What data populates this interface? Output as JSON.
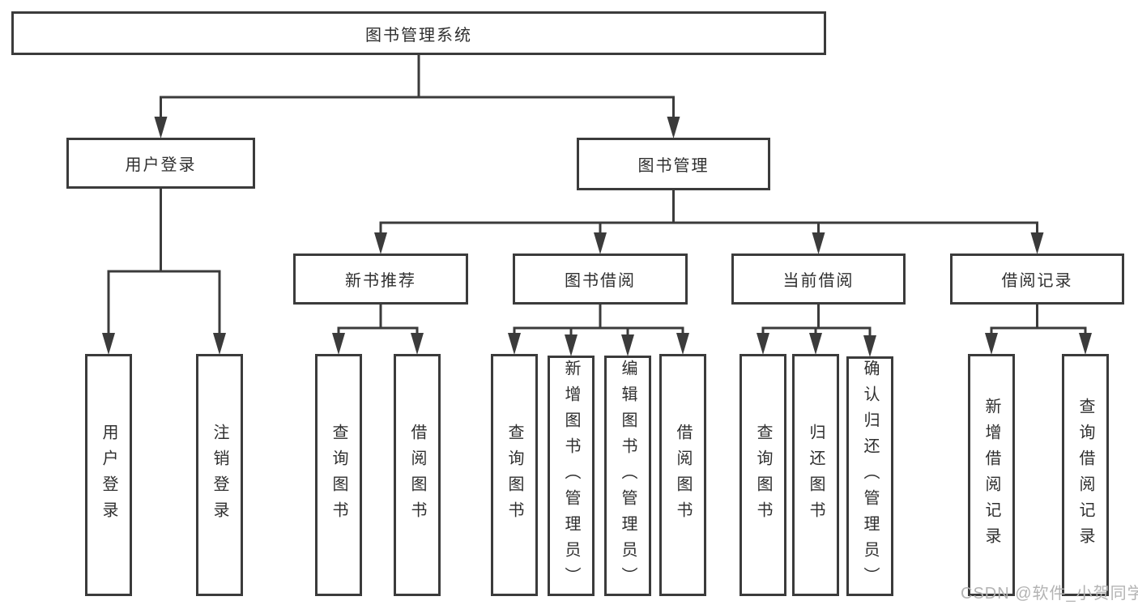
{
  "tree": {
    "id": "root",
    "label": "图书管理系统",
    "children": [
      {
        "id": "login",
        "label": "用户登录",
        "children": [
          {
            "id": "login-user",
            "label": "用户登录"
          },
          {
            "id": "login-logout",
            "label": "注销登录"
          }
        ]
      },
      {
        "id": "mgmt",
        "label": "图书管理",
        "children": [
          {
            "id": "rec",
            "label": "新书推荐",
            "children": [
              {
                "id": "rec-query",
                "label": "查询图书"
              },
              {
                "id": "rec-borrow",
                "label": "借阅图书"
              }
            ]
          },
          {
            "id": "borrow",
            "label": "图书借阅",
            "children": [
              {
                "id": "borrow-query",
                "label": "查询图书"
              },
              {
                "id": "borrow-add",
                "label": "新增图书（管理员）"
              },
              {
                "id": "borrow-edit",
                "label": "编辑图书（管理员）"
              },
              {
                "id": "borrow-borrow",
                "label": "借阅图书"
              }
            ]
          },
          {
            "id": "current",
            "label": "当前借阅",
            "children": [
              {
                "id": "cur-query",
                "label": "查询图书"
              },
              {
                "id": "cur-return",
                "label": "归还图书"
              },
              {
                "id": "cur-confirm",
                "label": "确认归还（管理员）"
              }
            ]
          },
          {
            "id": "records",
            "label": "借阅记录",
            "children": [
              {
                "id": "recd-add",
                "label": "新增借阅记录"
              },
              {
                "id": "recd-query",
                "label": "查询借阅记录"
              }
            ]
          }
        ]
      }
    ]
  },
  "watermark": {
    "text": "CSDN @软件_小贺同学"
  },
  "colors": {
    "line": "#3b3b3b",
    "text": "#2f2f2f",
    "watermark": "#b3b3b3",
    "background": "#ffffff"
  }
}
